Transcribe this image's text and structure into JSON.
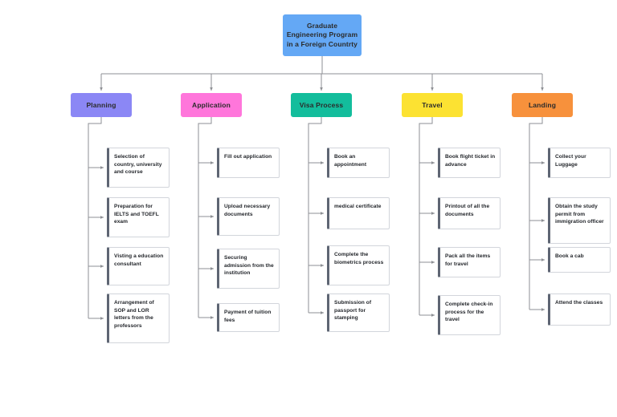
{
  "diagram": {
    "type": "hierarchical-flowchart",
    "root": {
      "label": "Graduate Engineering Program in a Foreign Countrty",
      "color": "#64A8F5"
    },
    "columns": [
      {
        "id": "planning",
        "label": "Planning",
        "color": "#8B87F5",
        "steps": [
          "Selection of country, university and course",
          "Preparation for IELTS and TOEFL exam",
          "Visting a education consultant",
          "Arrangement of SOP and LOR letters from the professors"
        ]
      },
      {
        "id": "application",
        "label": "Application",
        "color": "#FF76DB",
        "steps": [
          "Fill out application",
          "Upload necessary documents",
          "Securing admission from the institution",
          "Payment of tuition fees"
        ]
      },
      {
        "id": "visa-process",
        "label": "Visa Process",
        "color": "#13BD9C",
        "steps": [
          "Book an appointment",
          "medical certificate",
          "Complete the biometrics process",
          "Submission of passport for stamping"
        ]
      },
      {
        "id": "travel",
        "label": "Travel",
        "color": "#FCE232",
        "steps": [
          "Book flight ticket in advance",
          "Printout of all the documents",
          "Pack all the items for travel",
          "Complete check-in process for the travel"
        ]
      },
      {
        "id": "landing",
        "label": "Landing",
        "color": "#F7913C",
        "steps": [
          "Collect your Luggage",
          "Obtain the study permit from immigration officer",
          "Book a cab",
          "Attend the classes"
        ]
      }
    ],
    "connector_color": "#8d8f94",
    "background": "#ffffff"
  }
}
